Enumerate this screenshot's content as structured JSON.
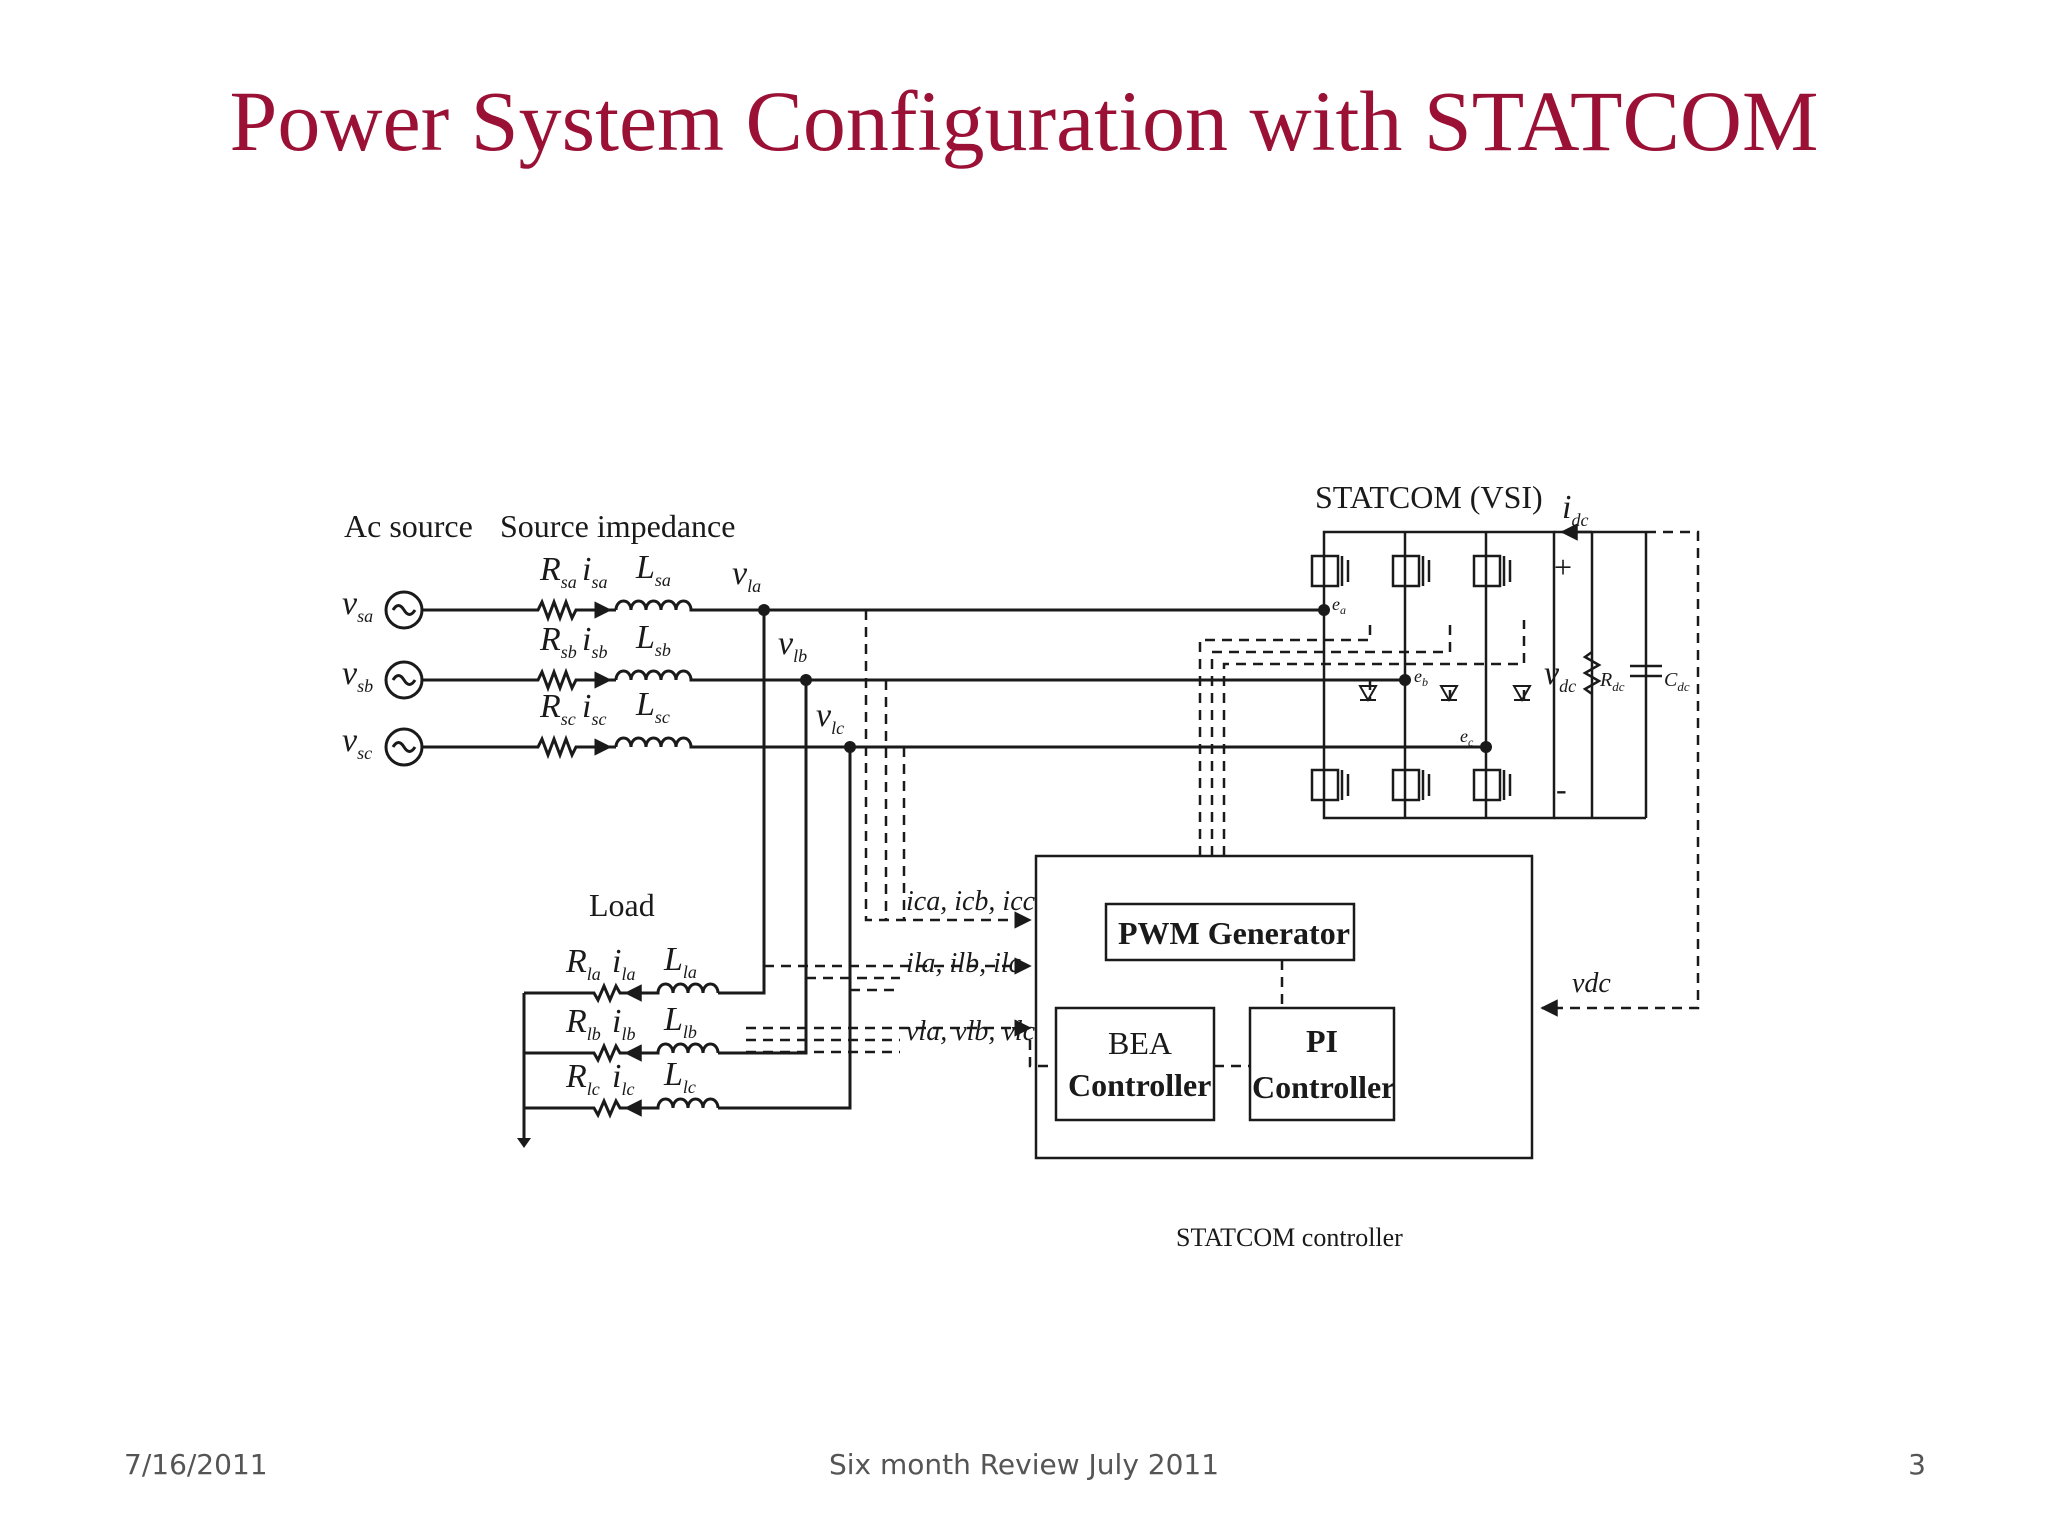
{
  "slide": {
    "title": "Power System Configuration with STATCOM"
  },
  "diagram": {
    "labels": {
      "ac_source": "Ac source",
      "source_impedance": "Source impedance",
      "statcom_vsi": "STATCOM (VSI)",
      "load": "Load",
      "statcom_controller": "STATCOM controller",
      "pwm_generator": "PWM Generator",
      "bea_line1": "BEA",
      "bea_line2": "Controller",
      "pi_line1": "PI",
      "pi_line2": "Controller"
    },
    "symbols": {
      "v": "v",
      "R": "R",
      "L": "L",
      "i": "i",
      "e": "e",
      "C": "C",
      "sa": "sa",
      "sb": "sb",
      "sc": "sc",
      "la": "la",
      "lb": "lb",
      "lc": "lc",
      "a": "a",
      "b": "b",
      "c": "c",
      "dc": "dc",
      "plus": "+",
      "minus": "-"
    },
    "signal_labels": {
      "compensator_currents": "ica, icb, icc",
      "load_currents": "ila, ilb, ilc",
      "load_voltages": "vla, vlb, vlc",
      "vdc_feedback": "vdc"
    }
  },
  "footer": {
    "date": "7/16/2011",
    "center": "Six month Review July 2011",
    "page": "3"
  },
  "colors": {
    "title": "#9b1136",
    "lines": "#1a1a1a",
    "footer_text": "#555555"
  }
}
